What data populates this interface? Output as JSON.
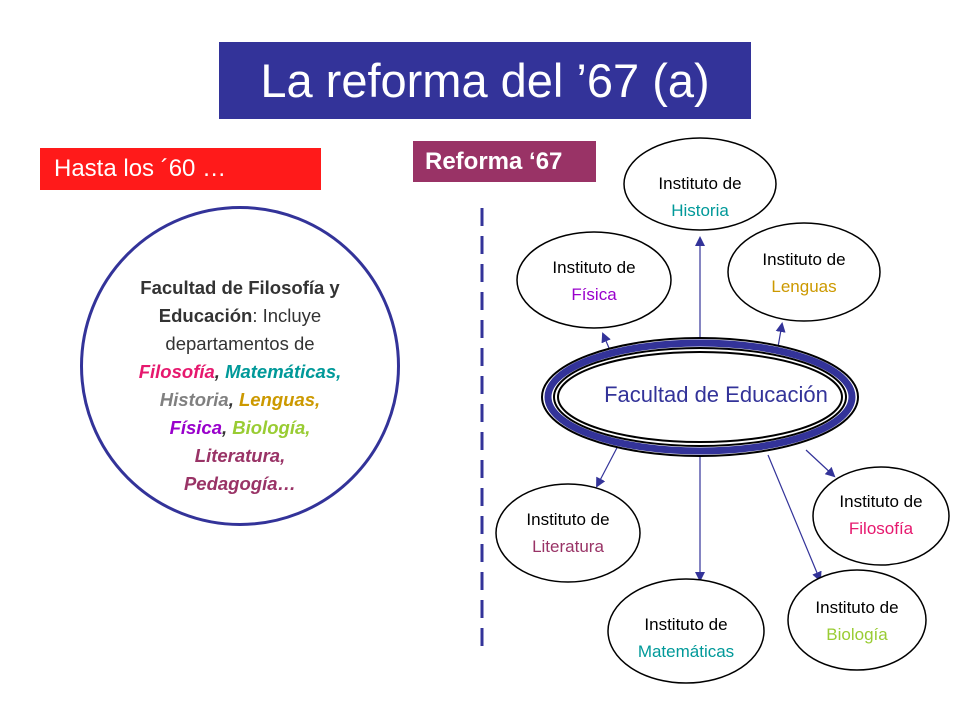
{
  "title": "La reforma del ’67 (a)",
  "left_label": "Hasta los ´60 …",
  "right_label": "Reforma ‘67",
  "faculty_old": {
    "line1": "Facultad de Filosofía y",
    "line2_bold": "Educación",
    "line2_rest": ": Incluye",
    "line3": "departamentos de",
    "filosofia": "Filosofía",
    "comma1": ", ",
    "matematicas": "Matemáticas,",
    "historia": "Historia",
    "comma2": ", ",
    "lenguas": "Lenguas,",
    "fisica": "Física",
    "comma3": ", ",
    "biologia": "Biología,",
    "literatura": "Literatura,",
    "pedagogia": "Pedagogía…"
  },
  "faculty_new": "Facultad de Educación",
  "nodes": [
    {
      "id": "historia",
      "title": "Instituto de",
      "subject": "Historia",
      "color": "#009999"
    },
    {
      "id": "fisica",
      "title": "Instituto de",
      "subject": "Física",
      "color": "#9900cc"
    },
    {
      "id": "lenguas",
      "title": "Instituto de",
      "subject": "Lenguas",
      "color": "#cc9900"
    },
    {
      "id": "literatura",
      "title": "Instituto de",
      "subject": "Literatura",
      "color": "#993366"
    },
    {
      "id": "filosofia",
      "title": "Instituto de",
      "subject": "Filosofía",
      "color": "#e6186e"
    },
    {
      "id": "matematicas",
      "title": "Instituto de",
      "subject": "Matemáticas",
      "color": "#009999"
    },
    {
      "id": "biologia",
      "title": "Instituto de",
      "subject": "Biología",
      "color": "#99cc33"
    }
  ],
  "colors": {
    "title_bg": "#333399",
    "left_label_bg": "#ff1a1a",
    "right_label_bg": "#993366",
    "divider": "#333399"
  }
}
